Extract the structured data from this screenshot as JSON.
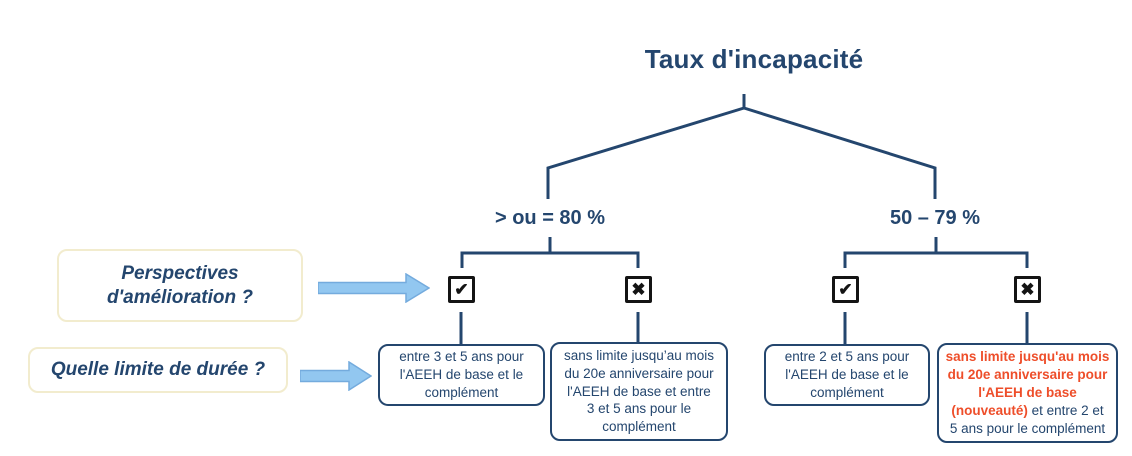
{
  "title": "Taux d'incapacité",
  "questions": [
    {
      "label": "Perspectives\nd'amélioration ?"
    },
    {
      "label": "Quelle limite de durée ?"
    }
  ],
  "glyphs": {
    "check": "✔",
    "cross": "✖"
  },
  "branches": [
    {
      "label": "> ou = 80 %",
      "options": [
        {
          "state": "oui",
          "outcome": "entre 3 et 5 ans pour\nl'AEEH de base et le\ncomplément"
        },
        {
          "state": "non",
          "outcome": "sans limite jusqu’au mois\ndu 20e anniversaire pour\nl'AEEH de base et entre\n3 et 5 ans pour le\ncomplément"
        }
      ]
    },
    {
      "label": "50 – 79 %",
      "options": [
        {
          "state": "oui",
          "outcome": "entre 2 et 5 ans pour\nl'AEEH de base et le\ncomplément"
        },
        {
          "state": "non",
          "outcome_highlight": "sans limite jusqu'au mois\ndu 20e anniversaire pour\nl'AEEH de base\n(nouveauté)",
          "outcome_rest": " et entre 2 et\n5 ans pour le complément"
        }
      ]
    }
  ],
  "colors": {
    "navy": "#24466e",
    "highlight_red": "#ee4e2a",
    "arrow_fill": "#92c7f0",
    "arrow_stroke": "#74abdd",
    "question_border": "#f2ecce",
    "checkbox_black": "#141414"
  }
}
